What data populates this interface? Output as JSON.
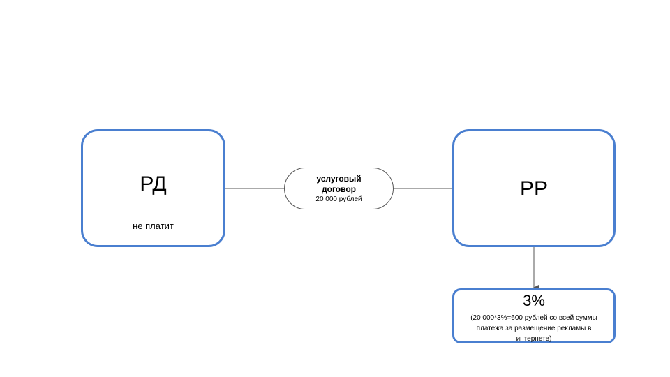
{
  "nodes": {
    "rd": {
      "title": "РД",
      "note": "не платит"
    },
    "rp": {
      "title": "РР"
    },
    "contract": {
      "title": "услуговый\nдоговор",
      "amount": "20 000 рублей"
    },
    "percent": {
      "title": "3%",
      "note": "(20 000*3%=600 рублей со всей суммы платежа за размещение рекламы в интернете)"
    }
  },
  "colors": {
    "box_border": "#4a7fd0",
    "connector": "#555555"
  }
}
